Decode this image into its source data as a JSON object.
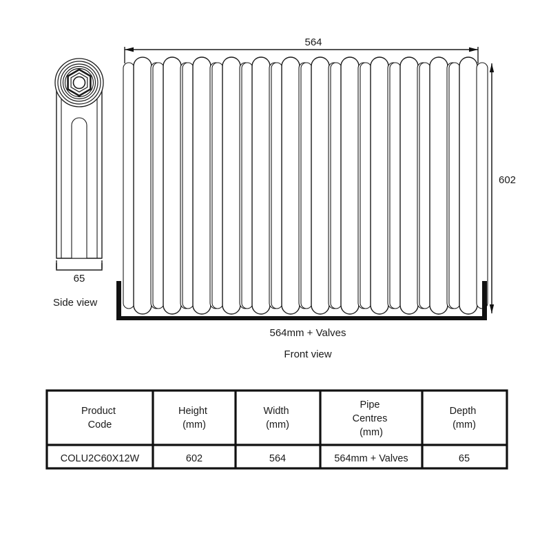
{
  "drawing": {
    "dimensions": {
      "width_top": "564",
      "height_right": "602",
      "depth_side": "65",
      "pipe_centres_note": "564mm + Valves"
    },
    "labels": {
      "side_view": "Side view",
      "front_view": "Front view"
    },
    "front_view": {
      "column_count": 12
    }
  },
  "table": {
    "headers": [
      "Product\nCode",
      "Height\n(mm)",
      "Width\n(mm)",
      "Pipe\nCentres\n(mm)",
      "Depth\n(mm)"
    ],
    "header_lines": [
      [
        "Product",
        "Code"
      ],
      [
        "Height",
        "(mm)"
      ],
      [
        "Width",
        "(mm)"
      ],
      [
        "Pipe",
        "Centres",
        "(mm)"
      ],
      [
        "Depth",
        "(mm)"
      ]
    ],
    "rows": [
      {
        "product_code": "COLU2C60X12W",
        "height_mm": "602",
        "width_mm": "564",
        "pipe_centres_mm": "564mm + Valves",
        "depth_mm": "65"
      }
    ]
  },
  "colors": {
    "line": "#1a1a1a",
    "bracket": "#111111",
    "background": "#ffffff"
  }
}
